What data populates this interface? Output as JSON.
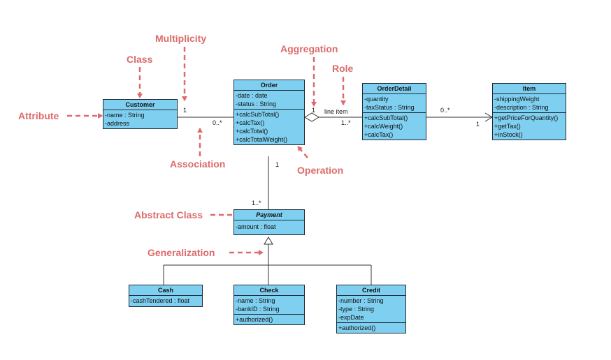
{
  "classes": {
    "customer": {
      "name": "Customer",
      "attributes": [
        "-name : String",
        "-address"
      ],
      "operations": []
    },
    "order": {
      "name": "Order",
      "attributes": [
        "-date : date",
        "-status : String"
      ],
      "operations": [
        "+calcSubTotal()",
        "+calcTax()",
        "+calcTotal()",
        "+calcTotalWeight()"
      ]
    },
    "orderdetail": {
      "name": "OrderDetail",
      "attributes": [
        "-quantity",
        "-taxStatus : String"
      ],
      "operations": [
        "+calcSubTotal()",
        "+calcWeight()",
        "+calcTax()"
      ]
    },
    "item": {
      "name": "Item",
      "attributes": [
        "-shippingWeight",
        "-description : String"
      ],
      "operations": [
        "+getPriceForQuantity()",
        "+getTax()",
        "+inStock()"
      ]
    },
    "payment": {
      "name": "Payment",
      "attributes": [
        "-amount : float"
      ],
      "operations": []
    },
    "cash": {
      "name": "Cash",
      "attributes": [
        "-cashTendered : float"
      ],
      "operations": []
    },
    "check": {
      "name": "Check",
      "attributes": [
        "-name : String",
        "-bankID : String"
      ],
      "operations": [
        "+authorized()"
      ]
    },
    "credit": {
      "name": "Credit",
      "attributes": [
        "-number : String",
        "-type : String",
        "-expDate"
      ],
      "operations": [
        "+authorized()"
      ]
    }
  },
  "relationships": {
    "customer_order": {
      "end_customer": "1",
      "end_order": "0..*"
    },
    "order_orderdetail": {
      "end_order": "1",
      "end_orderdetail": "1..*",
      "role": "line item"
    },
    "orderdetail_item": {
      "end_orderdetail": "0..*",
      "end_item": "1"
    },
    "order_payment": {
      "end_order": "1",
      "end_payment": "1..*"
    }
  },
  "annotations": {
    "multiplicity": "Multiplicity",
    "class": "Class",
    "attribute": "Attribute",
    "aggregation": "Aggregation",
    "role": "Role",
    "association": "Association",
    "operation": "Operation",
    "abstract_class": "Abstract Class",
    "generalization": "Generalization"
  },
  "colors": {
    "class_fill": "#7ecff0",
    "class_border": "#1e2a36",
    "annotation": "#dc6b6b",
    "line": "#333333"
  }
}
